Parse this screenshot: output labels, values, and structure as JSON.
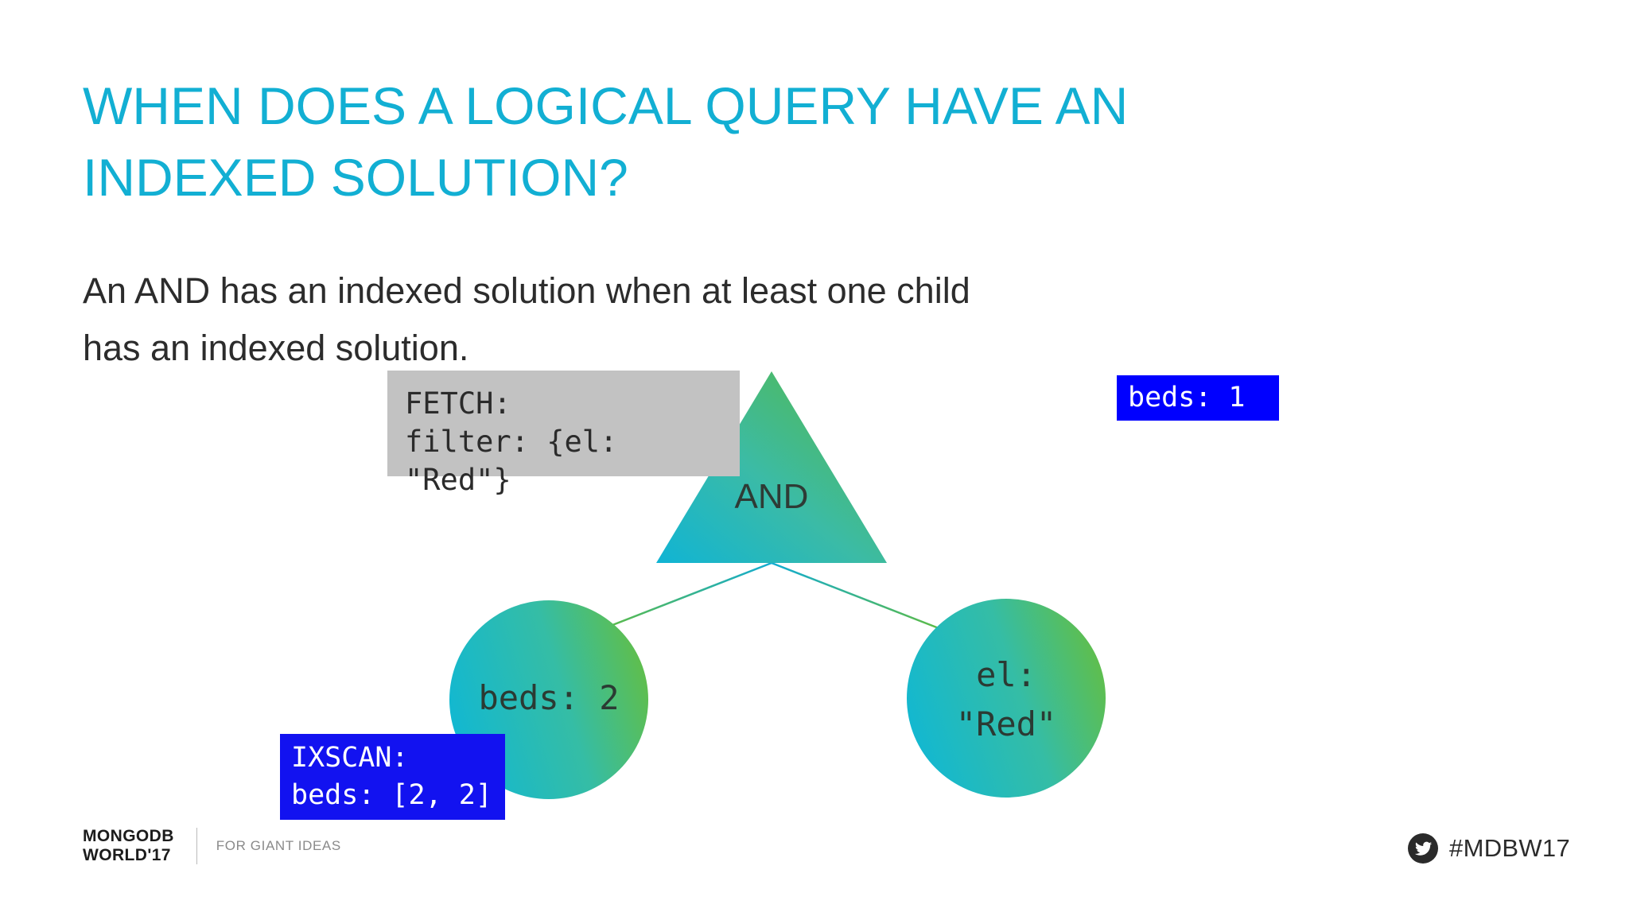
{
  "slide": {
    "background_color": "#FFFFFF",
    "title": "WHEN DOES A LOGICAL QUERY HAVE AN\nINDEXED SOLUTION?",
    "title_color": "#12AFD3",
    "body": "An AND has an indexed solution when at least one child\nhas an indexed solution.",
    "body_color": "#2C2C2C"
  },
  "diagram": {
    "type": "query-plan-tree",
    "root_node": {
      "shape": "triangle",
      "label": "AND",
      "gradient_from": "#16B5CE",
      "gradient_to": "#55B947"
    },
    "child_nodes": [
      {
        "shape": "circle",
        "label": "beds: 2",
        "gradient_from": "#13B7CE",
        "gradient_to": "#62BD45"
      },
      {
        "shape": "circle",
        "label": "el:\n\"Red\"",
        "gradient_from": "#13B7CE",
        "gradient_to": "#62BD45"
      }
    ],
    "annotations": [
      {
        "id": "fetch",
        "text": "FETCH:\nfilter: {el: \"Red\"}",
        "background": "#C2C2C2",
        "text_color": "#2B2B2B"
      },
      {
        "id": "beds-1",
        "text": "beds: 1",
        "background": "#0000FF",
        "text_color": "#FFFFFF"
      },
      {
        "id": "ixscan",
        "text": "IXSCAN:\nbeds: [2, 2]",
        "background": "#1212F0",
        "text_color": "#FFFFFF"
      }
    ]
  },
  "footer": {
    "logo_line1": "MONGODB",
    "logo_line2": "WORLD'17",
    "logo_text": "MONGODB\nWORLD'17",
    "tagline": "FOR GIANT IDEAS",
    "hashtag": "#MDBW17",
    "social_icon": "twitter-icon"
  }
}
